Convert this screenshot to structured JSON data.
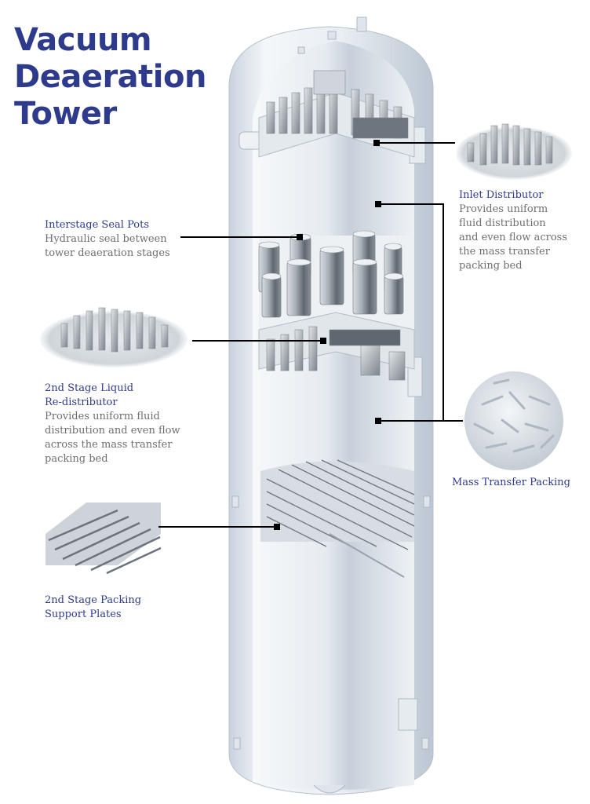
{
  "title": {
    "line1": "Vacuum",
    "line2": "Deaeration",
    "line3": "Tower"
  },
  "labels": {
    "inlet_distributor": {
      "heading": "Inlet Distributor",
      "lines": [
        "Provides uniform",
        "fluid distribution",
        "and even flow across",
        "the mass transfer",
        "packing bed"
      ]
    },
    "seal_pots": {
      "heading": "Interstage Seal Pots",
      "lines": [
        "Hydraulic seal between",
        "tower deaeration stages"
      ]
    },
    "liquid_redistributor": {
      "heading_lines": [
        "2nd Stage Liquid",
        "Re-distributor"
      ],
      "lines": [
        "Provides uniform fluid",
        "distribution and even flow",
        "across the mass transfer",
        "packing bed"
      ]
    },
    "mass_transfer_packing": {
      "heading": "Mass Transfer Packing"
    },
    "support_plates": {
      "heading_lines": [
        "2nd Stage Packing",
        "Support Plates"
      ]
    }
  },
  "colors": {
    "heading": "#2e3b8c",
    "body_text": "#6e6e6e",
    "leader": "#000000"
  }
}
